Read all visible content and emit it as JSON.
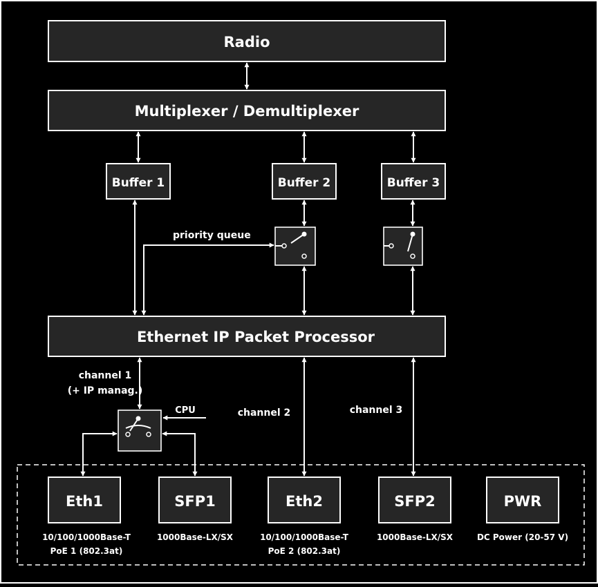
{
  "blocks": {
    "radio": "Radio",
    "mux": "Multiplexer / Demultiplexer",
    "buffer1": "Buffer 1",
    "buffer2": "Buffer 2",
    "buffer3": "Buffer 3",
    "processor": "Ethernet IP Packet Processor"
  },
  "labels": {
    "priority_queue": "priority queue",
    "channel1_line1": "channel 1",
    "channel1_line2": "(+ IP manag.)",
    "cpu": "CPU",
    "channel2": "channel 2",
    "channel3": "channel 3"
  },
  "ports": [
    {
      "name": "Eth1",
      "desc1": "10/100/1000Base-T",
      "desc2": "PoE 1 (802.3at)"
    },
    {
      "name": "SFP1",
      "desc1": "1000Base-LX/SX",
      "desc2": ""
    },
    {
      "name": "Eth2",
      "desc1": "10/100/1000Base-T",
      "desc2": "PoE 2 (802.3at)"
    },
    {
      "name": "SFP2",
      "desc1": "1000Base-LX/SX",
      "desc2": ""
    },
    {
      "name": "PWR",
      "desc1": "DC Power (20-57 V)",
      "desc2": ""
    }
  ],
  "colors": {
    "background": "#000000",
    "block_fill": "#262626",
    "line": "#ffffff"
  }
}
